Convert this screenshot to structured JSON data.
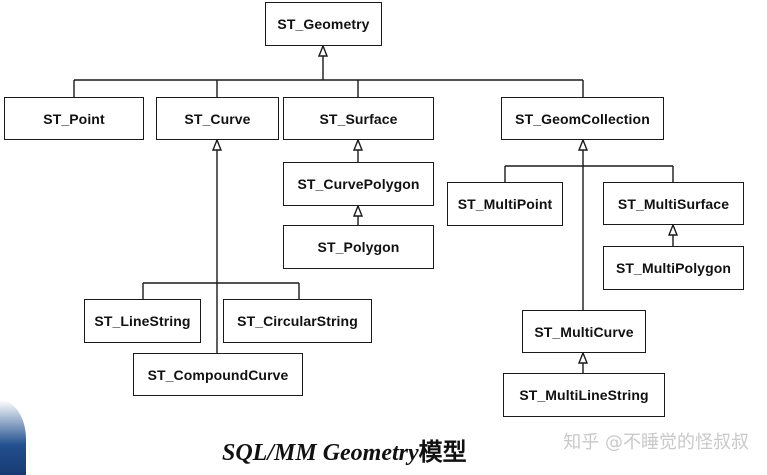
{
  "diagram": {
    "root": "ST_Geometry",
    "point": "ST_Point",
    "curve": "ST_Curve",
    "surface": "ST_Surface",
    "geom_collection": "ST_GeomCollection",
    "curve_polygon": "ST_CurvePolygon",
    "polygon": "ST_Polygon",
    "line_string": "ST_LineString",
    "circular_string": "ST_CircularString",
    "compound_curve": "ST_CompoundCurve",
    "multi_point": "ST_MultiPoint",
    "multi_surface": "ST_MultiSurface",
    "multi_polygon": "ST_MultiPolygon",
    "multi_curve": "ST_MultiCurve",
    "multi_line_string": "ST_MultiLineString"
  },
  "caption": {
    "latin": "SQL/MM Geometry",
    "cjk": "模型"
  },
  "watermark": "知乎 @不睡觉的怪叔叔",
  "colors": {
    "line": "#1a1a1a",
    "box_border": "#1a1a1a",
    "watermark": "#c9c9c9",
    "corner_decor": "#23508f"
  }
}
